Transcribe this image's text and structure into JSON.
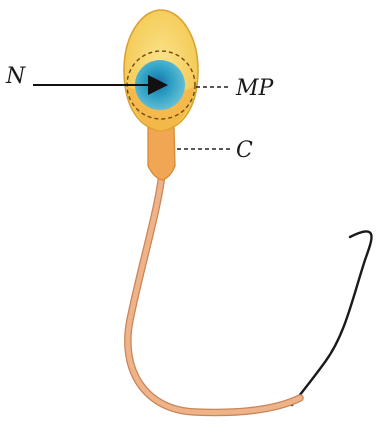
{
  "labels": {
    "nucleus": "N",
    "membrane": "MP",
    "collar": "C"
  },
  "colors": {
    "head_fill": "#f7d46a",
    "head_edge": "#e0a835",
    "midpiece": "#f0a652",
    "tail": "#e8a879",
    "tail_edge": "#c98458",
    "nucleus": "#2b9fc4",
    "nucleus_inner": "#1b7aa8",
    "leader": "#222222",
    "arrow": "#111111",
    "far_tail": "#1a1a1a"
  }
}
